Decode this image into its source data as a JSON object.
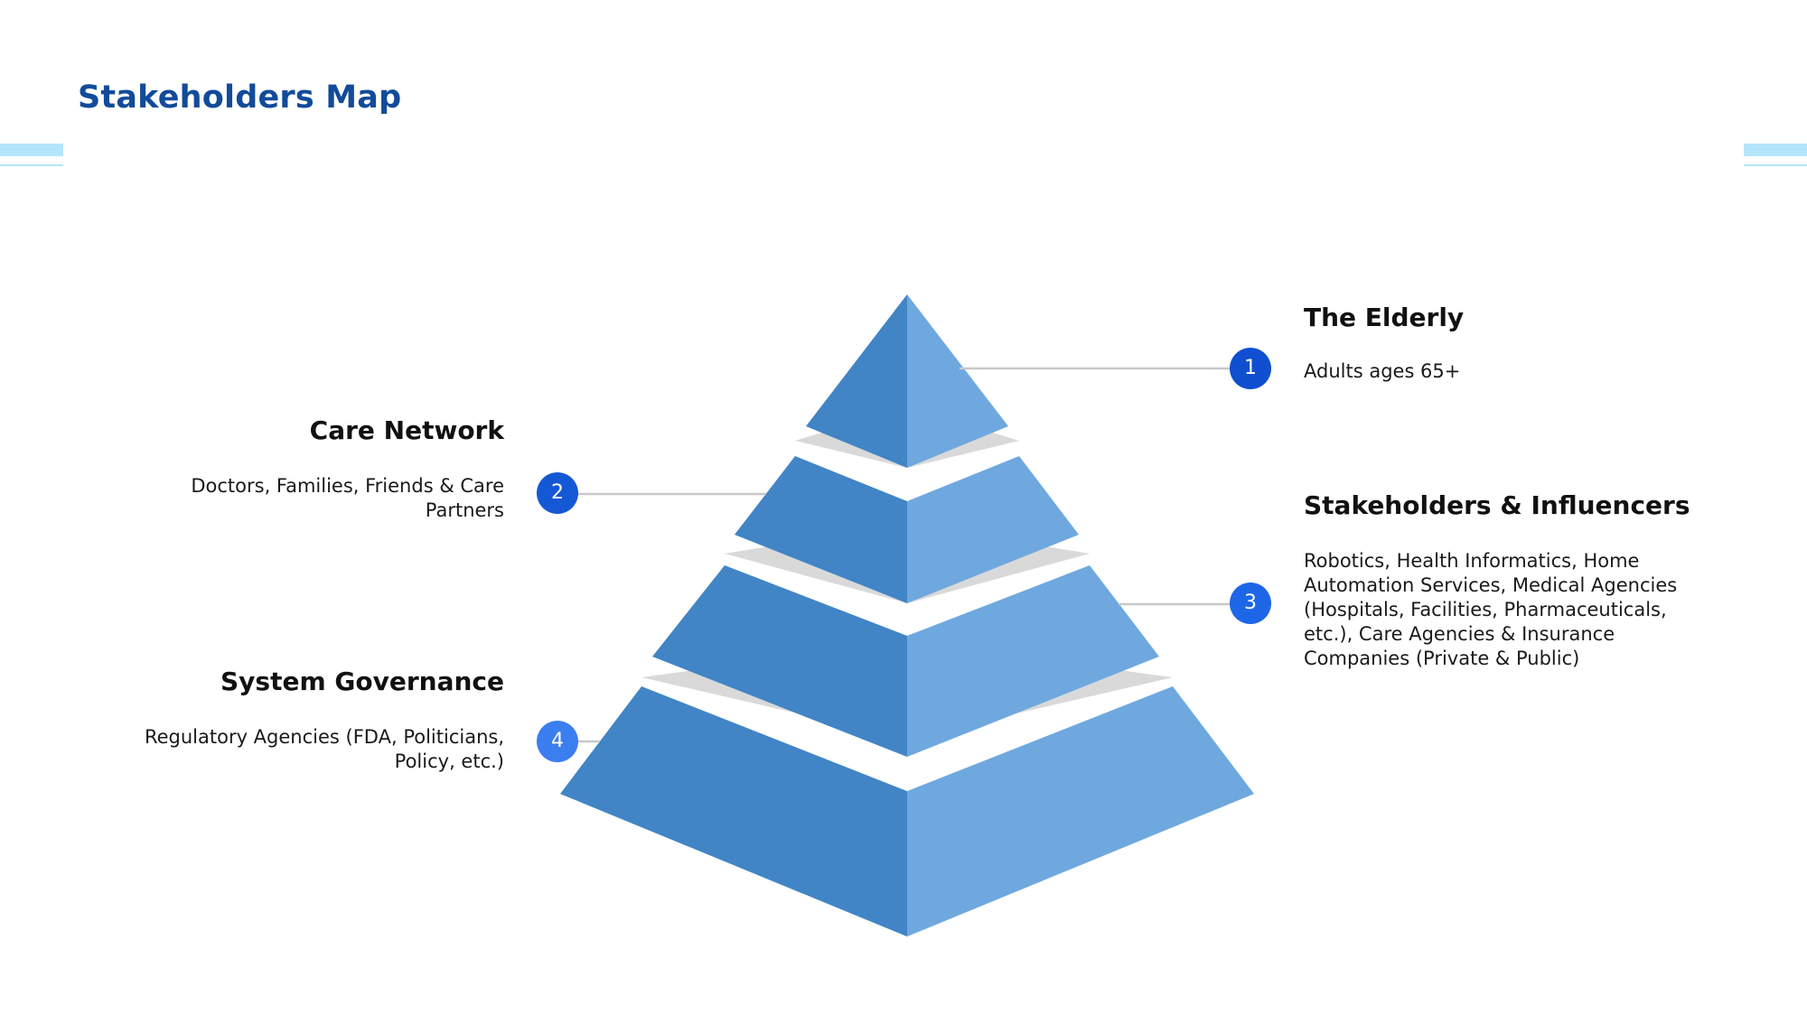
{
  "page": {
    "title": "Stakeholders Map"
  },
  "colors": {
    "title": "#124b9a",
    "accent": "#b3e6fb",
    "face_left": "#4185c6",
    "face_right": "#6fa8df",
    "gap": "#d9d9d9",
    "connector": "#c8c8c8",
    "badge_1": "#0f4fd0",
    "badge_2": "#1558d6",
    "badge_3": "#1e66e8",
    "badge_4": "#3b7ef0"
  },
  "tiers": [
    {
      "number": "1",
      "heading": "The Elderly",
      "description": "Adults ages 65+"
    },
    {
      "number": "2",
      "heading": "Care Network",
      "description": "Doctors, Families, Friends & Care Partners"
    },
    {
      "number": "3",
      "heading": "Stakeholders & Influencers",
      "description": "Robotics, Health Informatics, Home Automation Services, Medical Agencies (Hospitals, Facilities, Pharmaceuticals, etc.), Care Agencies & Insurance Companies (Private & Public)"
    },
    {
      "number": "4",
      "heading": "System Governance",
      "description": "Regulatory Agencies (FDA, Politicians, Policy, etc.)"
    }
  ]
}
